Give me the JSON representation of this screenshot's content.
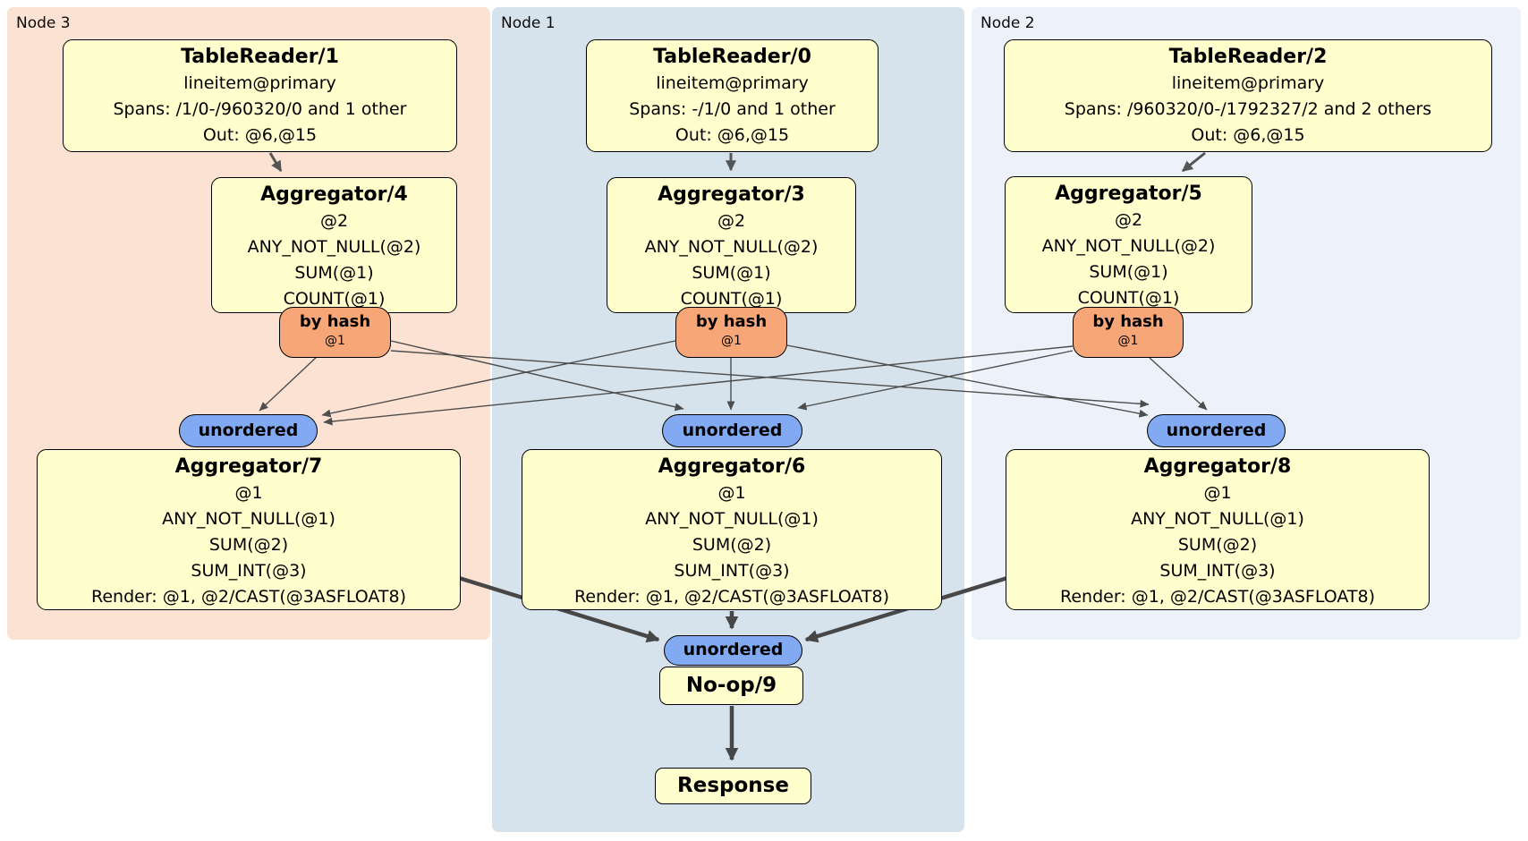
{
  "diagram_type": "distsql-query-plan",
  "colors": {
    "node3_bg": "#fce2d3",
    "node1_bg": "#d6e3ec",
    "node2_bg": "#edf2fa",
    "processor_fill": "#ffffcd",
    "router_fill": "#f7a677",
    "stream_fill": "#82aaf2",
    "edge": "#4d4d4d",
    "border": "#000000"
  },
  "regions": {
    "node3": {
      "label": "Node 3"
    },
    "node1": {
      "label": "Node 1"
    },
    "node2": {
      "label": "Node 2"
    }
  },
  "processors": {
    "tablereader1": {
      "title": "TableReader/1",
      "rows": [
        "lineitem@primary",
        "Spans: /1/0-/960320/0 and 1 other",
        "Out: @6,@15"
      ]
    },
    "tablereader0": {
      "title": "TableReader/0",
      "rows": [
        "lineitem@primary",
        "Spans: -/1/0 and 1 other",
        "Out: @6,@15"
      ]
    },
    "tablereader2": {
      "title": "TableReader/2",
      "rows": [
        "lineitem@primary",
        "Spans: /960320/0-/1792327/2 and 2 others",
        "Out: @6,@15"
      ]
    },
    "aggregator4": {
      "title": "Aggregator/4",
      "rows": [
        "@2",
        "ANY_NOT_NULL(@2)",
        "SUM(@1)",
        "COUNT(@1)"
      ]
    },
    "aggregator3": {
      "title": "Aggregator/3",
      "rows": [
        "@2",
        "ANY_NOT_NULL(@2)",
        "SUM(@1)",
        "COUNT(@1)"
      ]
    },
    "aggregator5": {
      "title": "Aggregator/5",
      "rows": [
        "@2",
        "ANY_NOT_NULL(@2)",
        "SUM(@1)",
        "COUNT(@1)"
      ]
    },
    "aggregator7": {
      "title": "Aggregator/7",
      "rows": [
        "@1",
        "ANY_NOT_NULL(@1)",
        "SUM(@2)",
        "SUM_INT(@3)",
        "Render: @1, @2/CAST(@3ASFLOAT8)"
      ]
    },
    "aggregator6": {
      "title": "Aggregator/6",
      "rows": [
        "@1",
        "ANY_NOT_NULL(@1)",
        "SUM(@2)",
        "SUM_INT(@3)",
        "Render: @1, @2/CAST(@3ASFLOAT8)"
      ]
    },
    "aggregator8": {
      "title": "Aggregator/8",
      "rows": [
        "@1",
        "ANY_NOT_NULL(@1)",
        "SUM(@2)",
        "SUM_INT(@3)",
        "Render: @1, @2/CAST(@3ASFLOAT8)"
      ]
    },
    "noop9": {
      "title": "No-op/9"
    },
    "response": {
      "title": "Response"
    }
  },
  "routers": {
    "node3": {
      "label": "by hash",
      "detail": "@1"
    },
    "node1": {
      "label": "by hash",
      "detail": "@1"
    },
    "node2": {
      "label": "by hash",
      "detail": "@1"
    }
  },
  "streams": {
    "node3": {
      "label": "unordered"
    },
    "node1": {
      "label": "unordered"
    },
    "node2": {
      "label": "unordered"
    },
    "final": {
      "label": "unordered"
    }
  }
}
